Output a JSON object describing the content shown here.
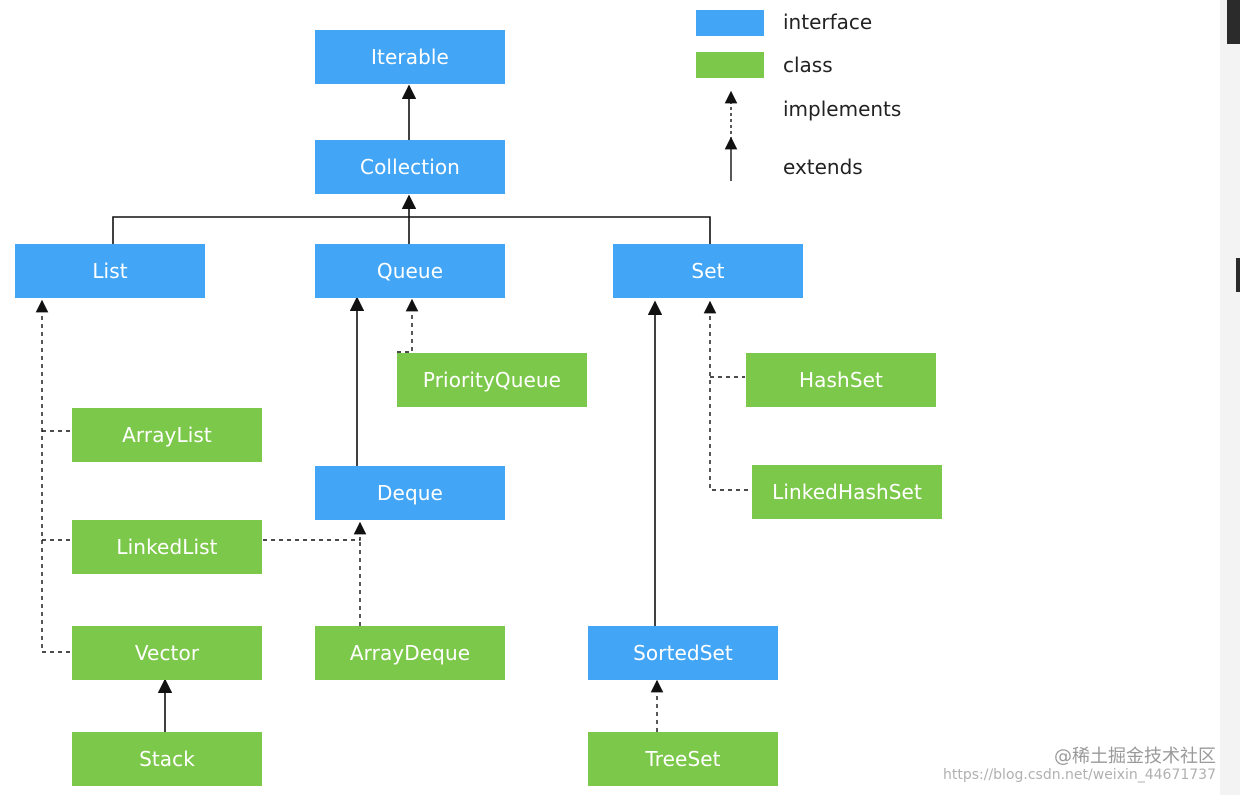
{
  "legend": {
    "interface_label": "interface",
    "class_label": "class",
    "implements_label": "implements",
    "extends_label": "extends",
    "interface_color": "#42a5f5",
    "class_color": "#7cc84a"
  },
  "nodes": {
    "iterable": "Iterable",
    "collection": "Collection",
    "list": "List",
    "queue": "Queue",
    "set": "Set",
    "priority_queue": "PriorityQueue",
    "hash_set": "HashSet",
    "array_list": "ArrayList",
    "linked_list": "LinkedList",
    "vector": "Vector",
    "stack": "Stack",
    "deque": "Deque",
    "array_deque": "ArrayDeque",
    "linked_hash_set": "LinkedHashSet",
    "sorted_set": "SortedSet",
    "tree_set": "TreeSet"
  },
  "watermark": {
    "site": "@稀土掘金技术社区",
    "url": "https://blog.csdn.net/weixin_44671737"
  }
}
